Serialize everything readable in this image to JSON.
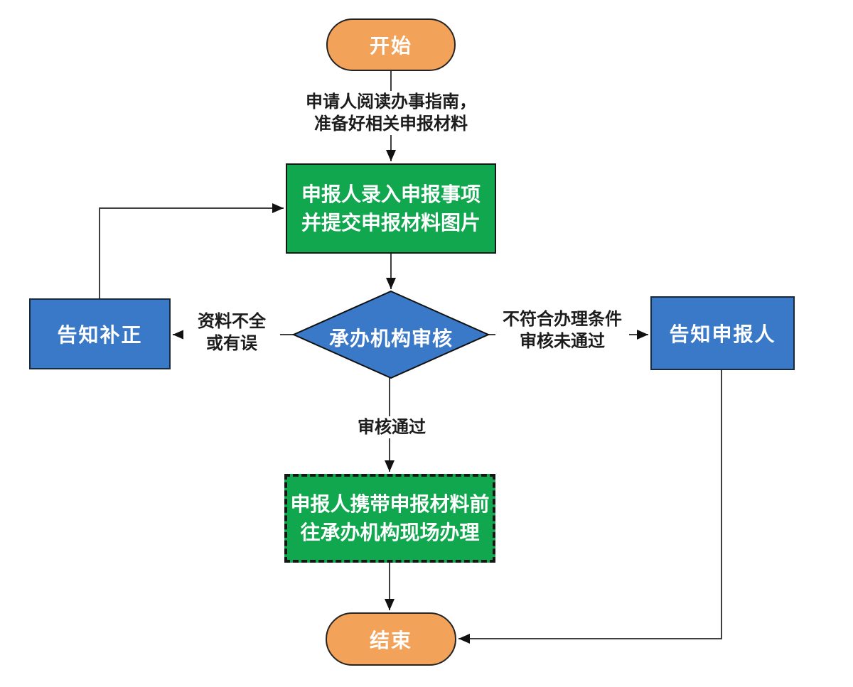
{
  "diagram": {
    "nodes": {
      "start": {
        "label": "开始"
      },
      "entry": {
        "line1": "申报人录入申报事项",
        "line2": "并提交申报材料图片"
      },
      "review": {
        "label": "承办机构审核"
      },
      "notify_fix": {
        "label": "告知补正"
      },
      "notify_applicant": {
        "label": "告知申报人"
      },
      "onsite": {
        "line1": "申报人携带申报材料前",
        "line2": "往承办机构现场办理"
      },
      "end": {
        "label": "结束"
      }
    },
    "edge_labels": {
      "prepare": {
        "line1": "申请人阅读办事指南，",
        "line2": "准备好相关申报材料"
      },
      "insufficient": {
        "line1": "资料不全",
        "line2": "或有误"
      },
      "rejected": {
        "line1": "不符合办理条件",
        "line2": "审核未通过"
      },
      "approved": {
        "label": "审核通过"
      }
    },
    "colors": {
      "orange": "#f2a359",
      "green": "#10a74f",
      "blue": "#3a78c8",
      "line": "#3f3f3f"
    }
  }
}
